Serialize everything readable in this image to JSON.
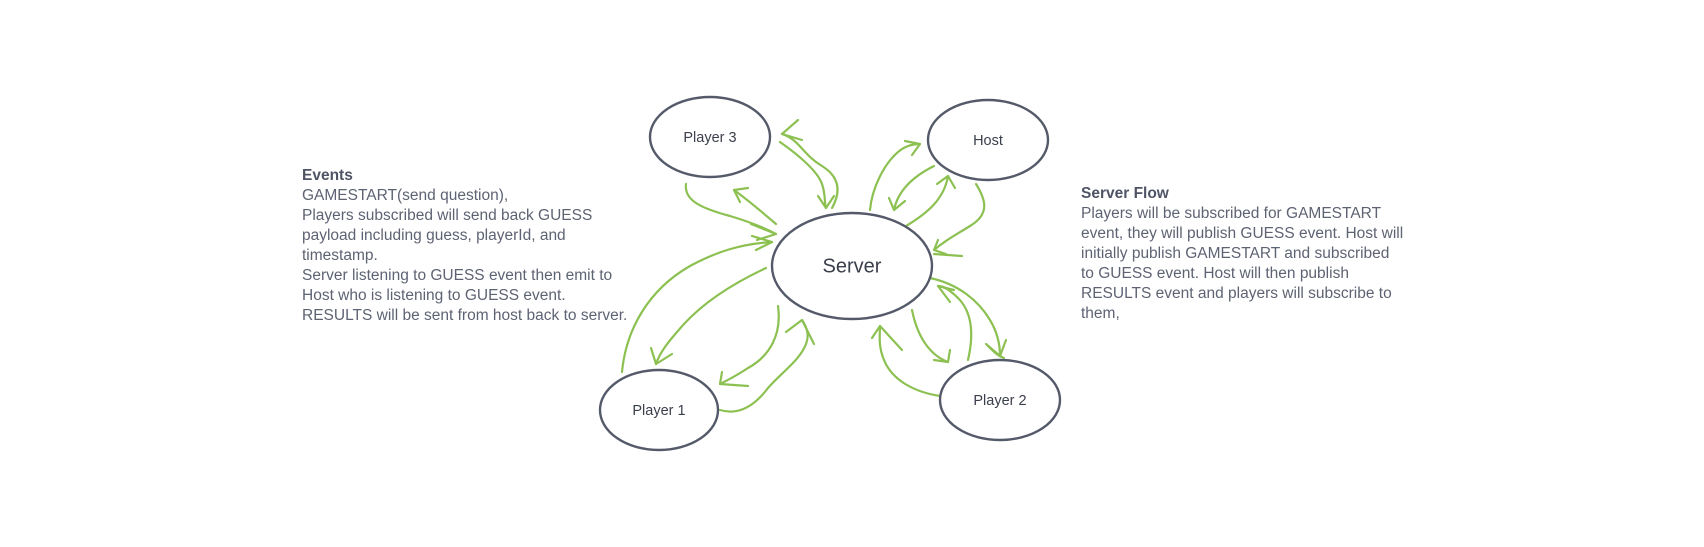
{
  "nodes": {
    "server": "Server",
    "player1": "Player 1",
    "player2": "Player 2",
    "player3": "Player 3",
    "host": "Host"
  },
  "events": {
    "title": "Events",
    "lines": [
      "GAMESTART(send question),",
      "Players subscribed will send back GUESS",
      "payload including guess, playerId, and",
      "timestamp.",
      "Server listening to GUESS event then emit to",
      "Host who is listening to GUESS event.",
      "RESULTS will be sent from host back to server."
    ]
  },
  "server_flow": {
    "title": "Server Flow",
    "lines": [
      "Players will be subscribed for GAMESTART",
      "event, they will publish GUESS event. Host will",
      "initially publish GAMESTART and subscribed",
      "to GUESS event. Host will then publish",
      "RESULTS event and players will subscribe to",
      "them,"
    ]
  },
  "colors": {
    "node_stroke": "#555a6a",
    "arrow": "#8cc152",
    "text": "#5e6373"
  }
}
